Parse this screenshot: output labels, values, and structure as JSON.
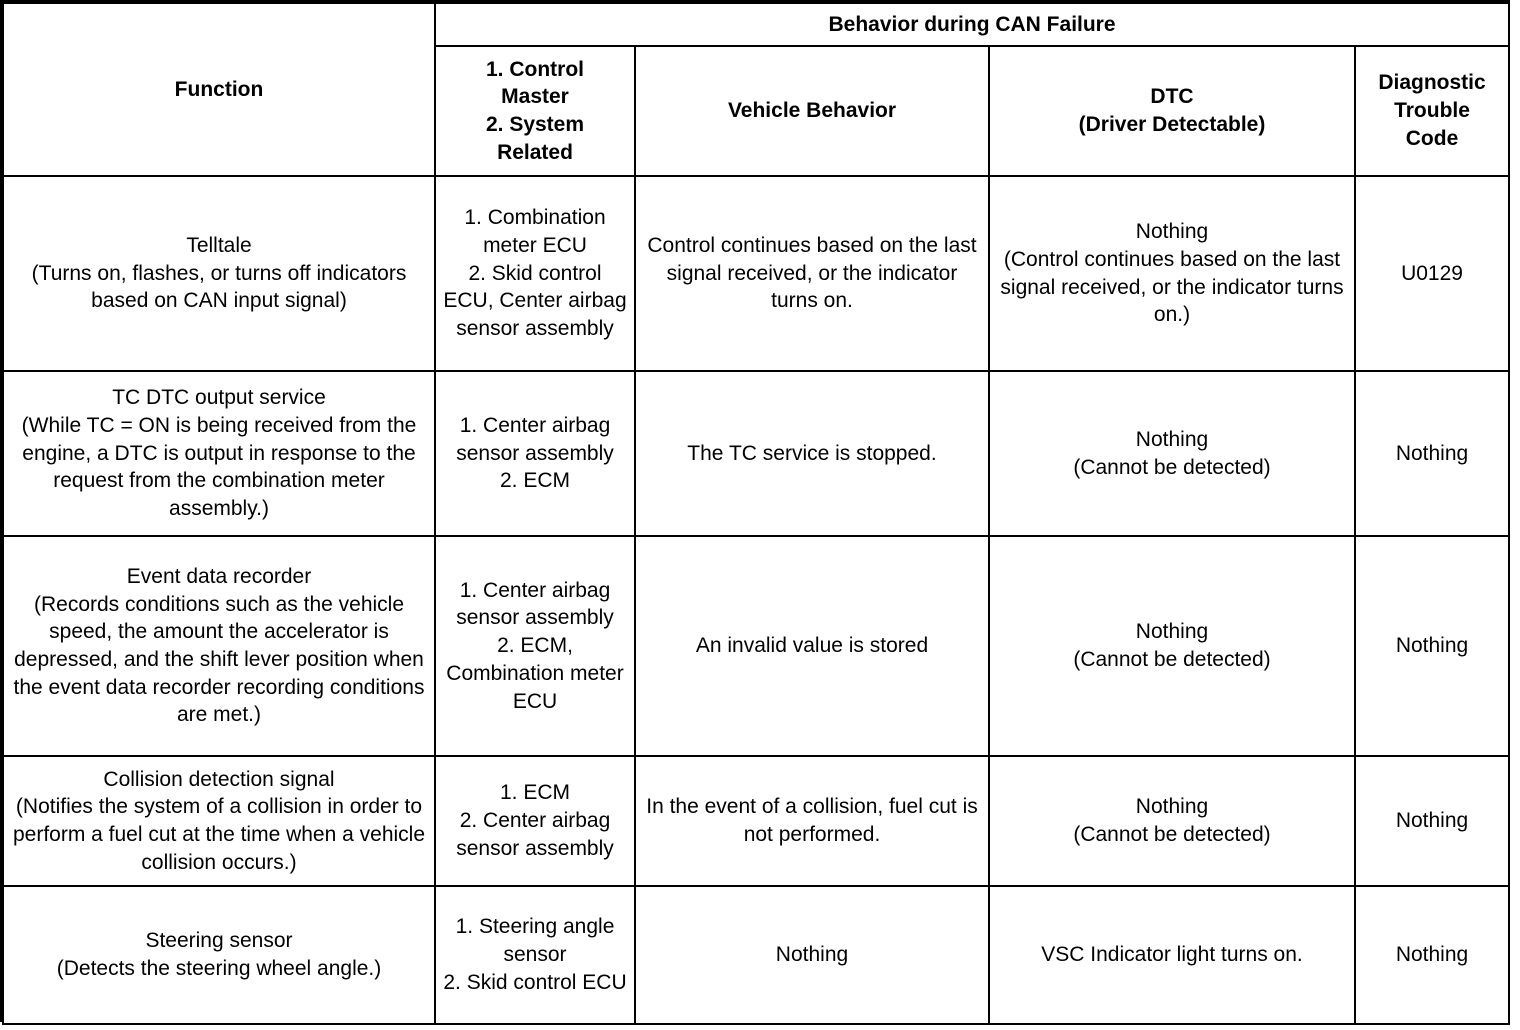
{
  "table": {
    "title_header": "Behavior during CAN Failure",
    "columns": {
      "function": "Function",
      "control_master_system_related": "1. Control\nMaster\n2. System\nRelated",
      "vehicle_behavior": "Vehicle Behavior",
      "dtc_driver_detectable": "DTC\n(Driver Detectable)",
      "diagnostic_trouble_code": "Diagnostic\nTrouble\nCode"
    },
    "rows": [
      {
        "function": "Telltale\n(Turns on, flashes, or turns off indicators based on CAN input signal)",
        "control_master_system_related": "1. Combination meter ECU\n2. Skid control ECU, Center airbag sensor assembly",
        "vehicle_behavior": "Control continues based on the last signal received, or the indicator turns on.",
        "dtc_driver_detectable": "Nothing\n(Control continues based on the last signal received, or the indicator turns on.)",
        "diagnostic_trouble_code": "U0129"
      },
      {
        "function": "TC DTC output service\n(While TC = ON is being received from the engine, a DTC is output in response to the request from the combination meter assembly.)",
        "control_master_system_related": "1. Center airbag sensor assembly\n2. ECM",
        "vehicle_behavior": "The TC service is stopped.",
        "dtc_driver_detectable": "Nothing\n(Cannot be detected)",
        "diagnostic_trouble_code": "Nothing"
      },
      {
        "function": "Event data recorder\n(Records conditions such as the vehicle speed, the amount the accelerator is depressed, and the shift lever position when the event data recorder recording conditions are met.)",
        "control_master_system_related": "1. Center airbag sensor assembly\n2. ECM, Combination meter ECU",
        "vehicle_behavior": "An invalid value is stored",
        "dtc_driver_detectable": "Nothing\n(Cannot be detected)",
        "diagnostic_trouble_code": "Nothing"
      },
      {
        "function": "Collision detection signal\n(Notifies the system of a collision in order to perform a fuel cut at the time when a vehicle collision occurs.)",
        "control_master_system_related": "1. ECM\n2. Center airbag sensor assembly",
        "vehicle_behavior": "In the event of a collision, fuel cut is not performed.",
        "dtc_driver_detectable": "Nothing\n(Cannot be detected)",
        "diagnostic_trouble_code": "Nothing"
      },
      {
        "function": "Steering sensor\n(Detects the steering wheel angle.)",
        "control_master_system_related": "1. Steering angle sensor\n2. Skid control ECU",
        "vehicle_behavior": "Nothing",
        "dtc_driver_detectable": "VSC Indicator light turns on.",
        "diagnostic_trouble_code": "Nothing"
      }
    ]
  },
  "colors": {
    "border": "#000000",
    "background": "#ffffff",
    "text": "#000000"
  }
}
